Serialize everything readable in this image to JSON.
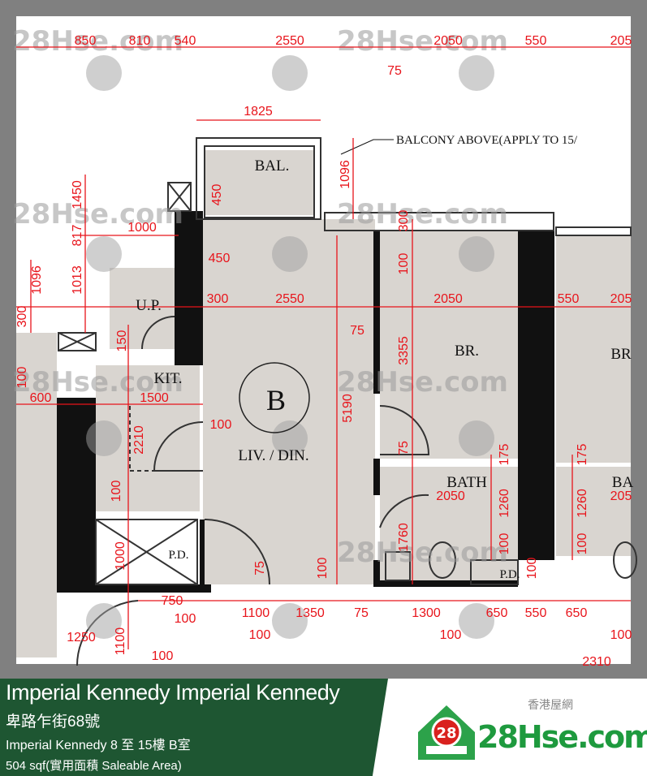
{
  "plan": {
    "unit_label": "B",
    "balcony_note": "BALCONY ABOVE(APPLY TO 15/",
    "rooms": [
      "BAL.",
      "U.P.",
      "KIT.",
      "LIV. / DIN.",
      "BR.",
      "BR",
      "BATH",
      "BA",
      "P.D.",
      "P.D."
    ],
    "dimensions": [
      "850",
      "810",
      "540",
      "2550",
      "2050",
      "550",
      "205",
      "75",
      "1825",
      "1096",
      "1450",
      "450",
      "1000",
      "817",
      "1013",
      "1096",
      "300",
      "450",
      "300",
      "2550",
      "2050",
      "550",
      "205",
      "100",
      "300",
      "75",
      "3355",
      "150",
      "100",
      "600",
      "1500",
      "100",
      "2210",
      "5190",
      "75",
      "175",
      "175",
      "2050",
      "205",
      "100",
      "1260",
      "1260",
      "1000",
      "1760",
      "100",
      "100",
      "75",
      "100",
      "100",
      "750",
      "100",
      "1100",
      "1350",
      "75",
      "1300",
      "650",
      "550",
      "650",
      "100",
      "100",
      "100",
      "1250",
      "1100",
      "100",
      "2310"
    ],
    "watermark": "28Hse.com",
    "watermark_badge": "28"
  },
  "footer": {
    "title": "Imperial Kennedy Imperial Kennedy",
    "address": "卑路乍街68號",
    "unit": "Imperial Kennedy 8 至 15樓 B室",
    "area": "504 sqf(實用面積 Saleable Area)",
    "logo_badge": "28",
    "logo_text": "28Hse.com",
    "logo_cn": "香港屋網",
    "colors": {
      "green": "#1e5632",
      "logo_green": "#1e9a3e",
      "dimension_red": "#e8141b"
    }
  }
}
